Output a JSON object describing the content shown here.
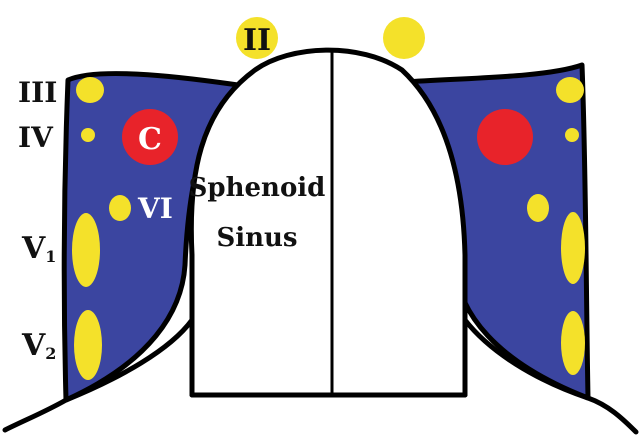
{
  "labels": {
    "cn_optic": "II",
    "cn_oculomotor": "III",
    "cn_trochlear": "IV",
    "cn_abducens": "VI",
    "cn_v1_main": "V",
    "cn_v1_sub": "1",
    "cn_v2_main": "V",
    "cn_v2_sub": "2",
    "carotid": "C",
    "sinus_line1": "Sphenoid",
    "sinus_line2": "Sinus"
  },
  "colors": {
    "sinus_wall": "#000000",
    "cavernous_fill": "#3b45a0",
    "nerve": "#f4e12a",
    "artery": "#e8232a",
    "label_dark": "#111111",
    "label_light": "#ffffff"
  }
}
